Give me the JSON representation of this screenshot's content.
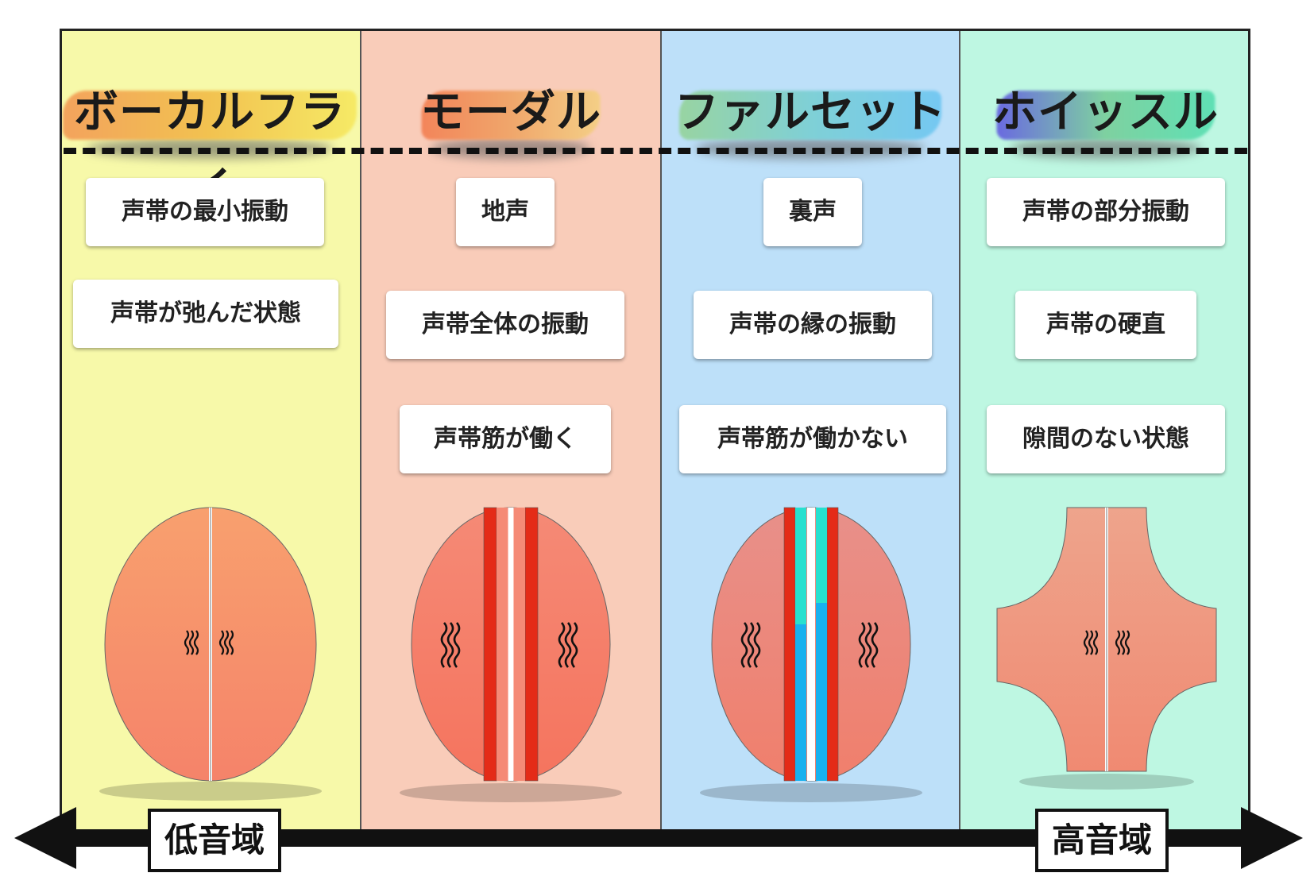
{
  "modes": [
    {
      "title": "ボーカルフライ",
      "bg": "#f7f9a9",
      "brush": [
        "#f3a35d",
        "#f2c250",
        "#f6ea66"
      ],
      "labels": [
        "声帯の最小振動",
        "声帯が弛んだ状態"
      ]
    },
    {
      "title": "モーダル",
      "bg": "#f9ccb9",
      "brush": [
        "#f3855a",
        "#f0a66b",
        "#f4cf86"
      ],
      "labels": [
        "地声",
        "声帯全体の振動",
        "声帯筋が働く"
      ]
    },
    {
      "title": "ファルセット",
      "bg": "#bde0f9",
      "brush": [
        "#98d4a2",
        "#7fd0d6",
        "#75c8f2"
      ],
      "labels": [
        "裏声",
        "声帯の縁の振動",
        "声帯筋が働かない"
      ]
    },
    {
      "title": "ホイッスル",
      "bg": "#bef7e2",
      "brush": [
        "#6a6ae0",
        "#7ed1a0",
        "#5fe0b5"
      ],
      "labels": [
        "声帯の部分振動",
        "声帯の硬直",
        "隙間のない状態"
      ]
    }
  ],
  "axis": {
    "low": "低音域",
    "high": "高音域"
  },
  "colors": {
    "fold_fill": "#f58c6e",
    "muscle_red": "#e42b17",
    "edge_blue": "#18b1ee",
    "edge_cyan": "#27e0cf"
  },
  "icons": [
    "vibration-wave-icon"
  ]
}
